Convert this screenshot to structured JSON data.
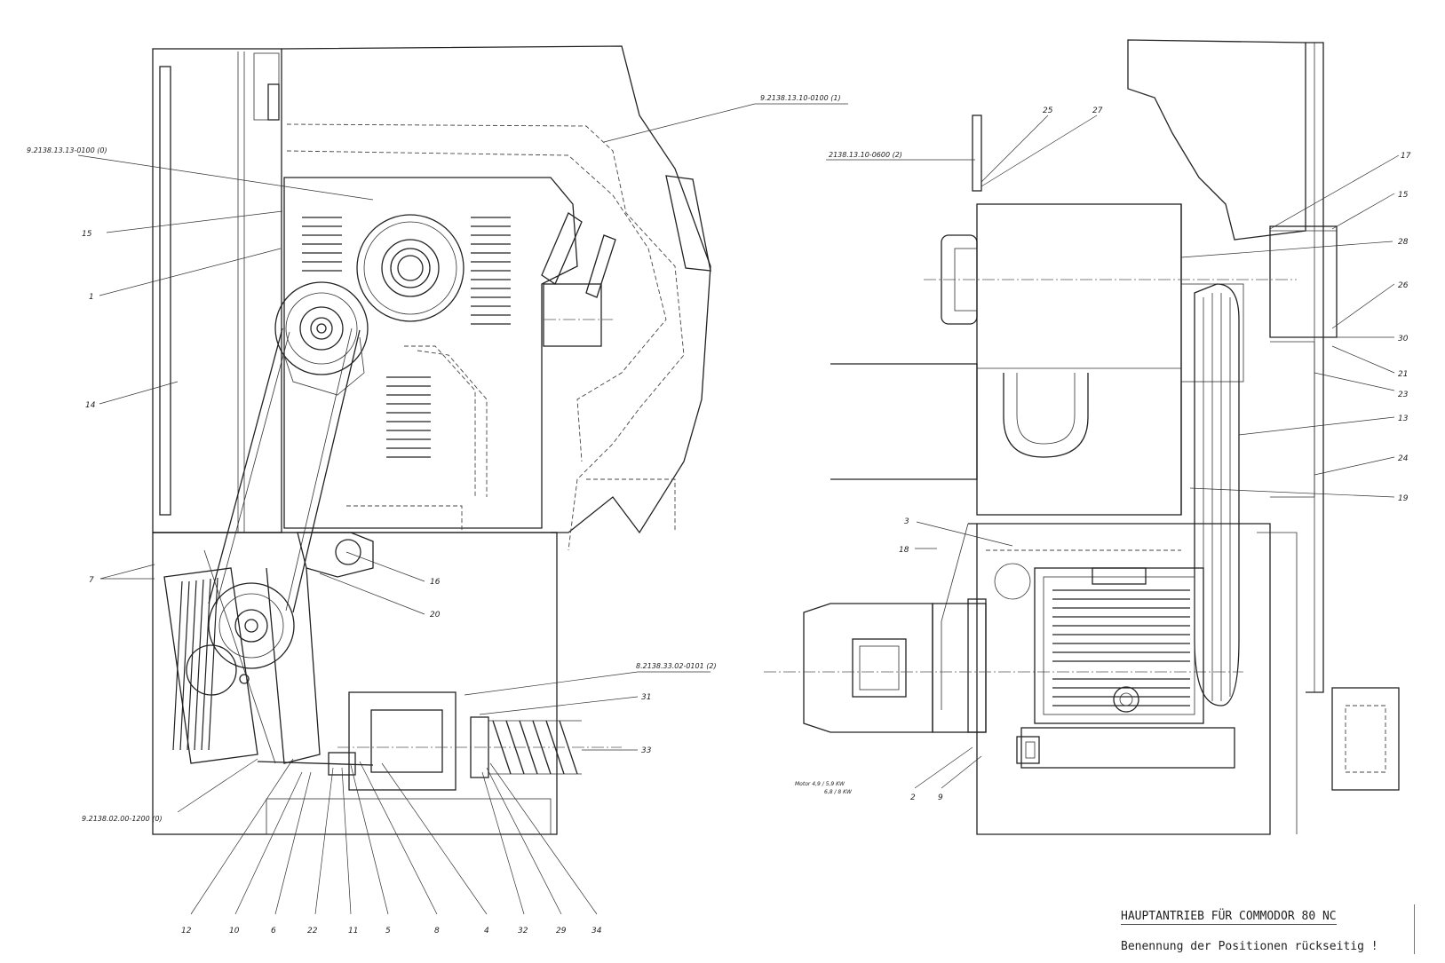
{
  "title": "HAUPTANTRIEB FÜR COMMODOR 80 NC",
  "subtitle": "Benennung der Positionen rückseitig !",
  "motor_note": [
    "Motor  4,9 / 5,9 KW",
    "6,8 / 8  KW"
  ],
  "drawing_refs": {
    "left_cover": "9.2138.13.13-0100 (0)",
    "top_cover": "9.2138.13.10-0100 (1)",
    "bottom_bracket": "9.2138.02.00-1200 (0)",
    "spring_assembly": "8.2138.33.02-0101 (2)",
    "right_guard": "2138.13.10-0600 (2)"
  },
  "left_view_numbers": {
    "n15": "15",
    "n1": "1",
    "n14": "14",
    "n7": "7",
    "n16": "16",
    "n20": "20",
    "n31": "31",
    "n33": "33",
    "bottom": [
      "12",
      "10",
      "6",
      "22",
      "11",
      "5",
      "8",
      "4",
      "32",
      "29",
      "34"
    ]
  },
  "right_view_numbers": {
    "n25": "25",
    "n27": "27",
    "n17": "17",
    "n15": "15",
    "n28": "28",
    "n26": "26",
    "n30": "30",
    "n21": "21",
    "n23": "23",
    "n13": "13",
    "n24": "24",
    "n19": "19",
    "n3": "3",
    "n18": "18",
    "n2": "2",
    "n9": "9"
  }
}
